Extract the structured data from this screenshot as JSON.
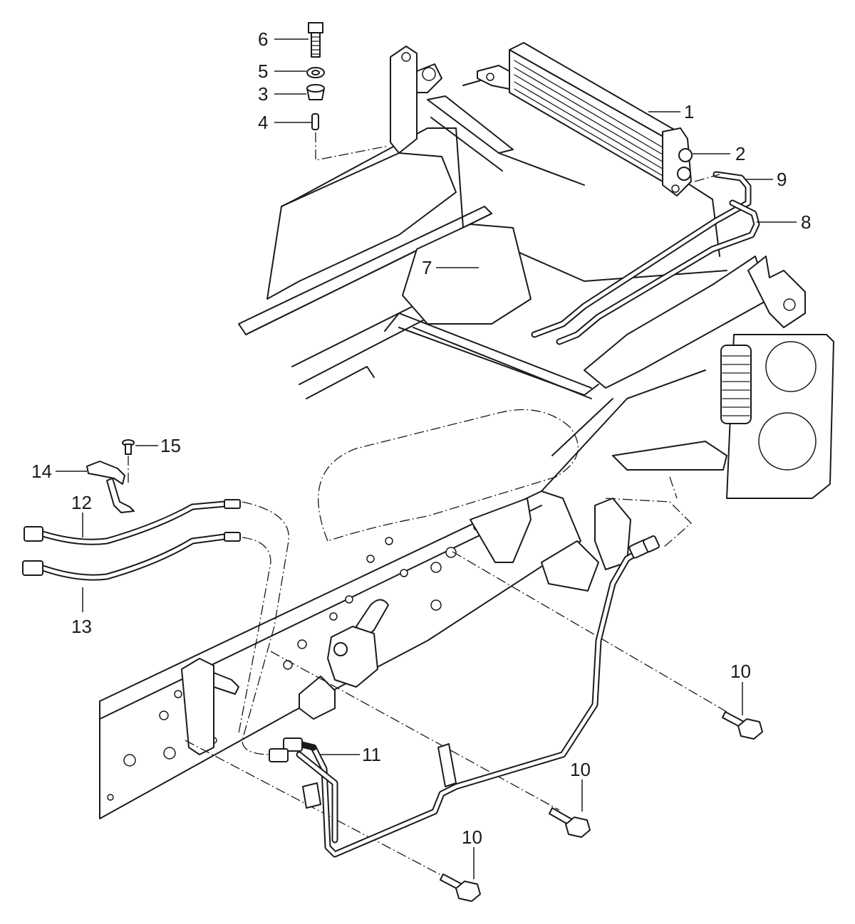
{
  "diagram": {
    "callouts": [
      {
        "id": "c1",
        "text": "1"
      },
      {
        "id": "c2",
        "text": "2"
      },
      {
        "id": "c3",
        "text": "3"
      },
      {
        "id": "c4",
        "text": "4"
      },
      {
        "id": "c5",
        "text": "5"
      },
      {
        "id": "c6",
        "text": "6"
      },
      {
        "id": "c7",
        "text": "7"
      },
      {
        "id": "c8",
        "text": "8"
      },
      {
        "id": "c9",
        "text": "9"
      },
      {
        "id": "c10a",
        "text": "10"
      },
      {
        "id": "c10b",
        "text": "10"
      },
      {
        "id": "c10c",
        "text": "10"
      },
      {
        "id": "c11",
        "text": "11"
      },
      {
        "id": "c12",
        "text": "12"
      },
      {
        "id": "c13",
        "text": "13"
      },
      {
        "id": "c14",
        "text": "14"
      },
      {
        "id": "c15",
        "text": "15"
      }
    ]
  }
}
